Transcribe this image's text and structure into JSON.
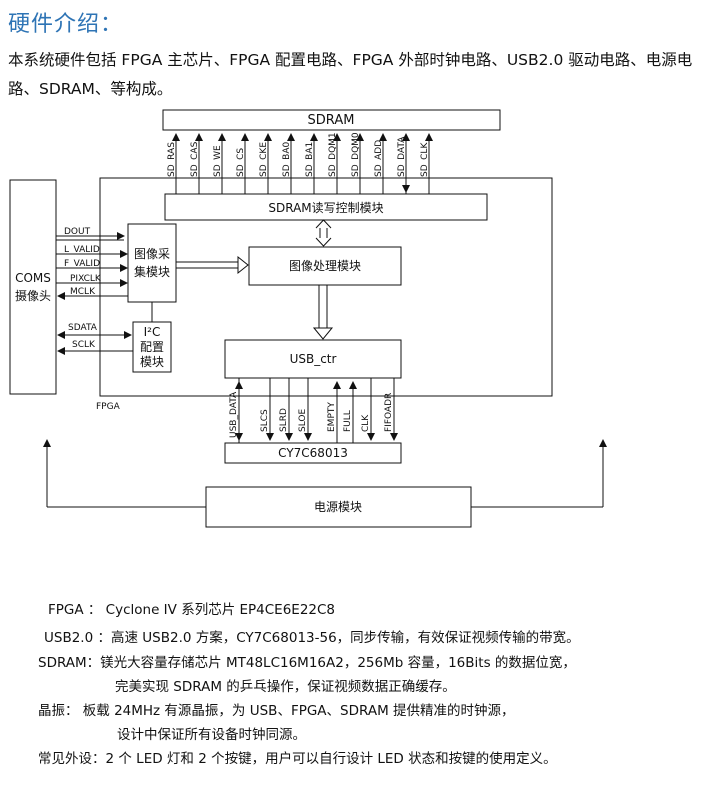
{
  "title": "硬件介绍：",
  "intro": "本系统硬件包括 FPGA 主芯片、FPGA 配置电路、FPGA 外部时钟电路、USB2.0 驱动电路、电源电路、SDRAM、等构成。",
  "diagram": {
    "sdram": "SDRAM",
    "sdram_signals": [
      "SD_RAS",
      "SD_CAS",
      "SD_WE",
      "SD_CS",
      "SD_CKE",
      "SD_BA0",
      "SD_BA1",
      "SD_DQM1",
      "SD_DQM0",
      "SD_ADD",
      "SD_DATA",
      "SD_CLK"
    ],
    "sdram_ctrl": "SDRAM读写控制模块",
    "coms_line1": "COMS",
    "coms_line2": "摄像头",
    "cam_signals": [
      "DOUT",
      "L_VALID",
      "F_VALID",
      "PIXCLK",
      "MCLK"
    ],
    "capture_line1": "图像采",
    "capture_line2": "集模块",
    "sdata": "SDATA",
    "sclk": "SCLK",
    "i2c_line1": "I²C",
    "i2c_line2": "配置",
    "i2c_line3": "模块",
    "image_proc": "图像处理模块",
    "usb_ctr": "USB_ctr",
    "fpga": "FPGA",
    "usb_signals": [
      "USB_DATA",
      "SLCS",
      "SLRD",
      "SLOE",
      "EMPTY",
      "FULL",
      "CLK",
      "FIFOADR"
    ],
    "cy7c": "CY7C68013",
    "power": "电源模块"
  },
  "specs": {
    "fpga": "FPGA ： Cyclone IV  系列芯片 EP4CE6E22C8",
    "usb": "USB2.0 ：高速 USB2.0 方案，CY7C68013-56，同步传输，有效保证视频传输的带宽。",
    "sdram1": "SDRAM：镁光大容量存储芯片 MT48LC16M16A2，256Mb 容量，16Bits 的数据位宽，",
    "sdram2": "完美实现 SDRAM 的乒乓操作，保证视频数据正确缓存。",
    "crystal1": "晶振：  板载 24MHz 有源晶振，为 USB、FPGA、SDRAM 提供精准的时钟源，",
    "crystal2": "设计中保证所有设备时钟同源。",
    "periph": "常见外设：2 个 LED 灯和 2 个按键，用户可以自行设计 LED 状态和按键的使用定义。"
  }
}
